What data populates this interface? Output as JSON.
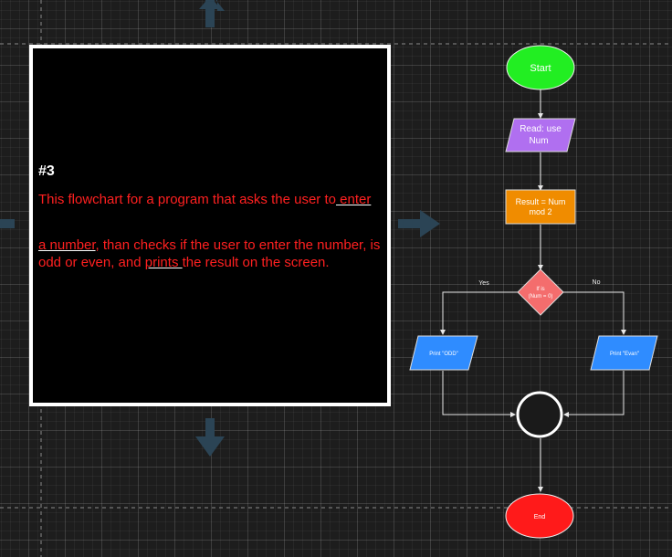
{
  "note": {
    "heading": "#3",
    "line1": "This flowchart for a program that asks the user to",
    "link1": " enter ",
    "line2_link": "a number",
    "line2_a": ", than checks if the user to enter the number, is odd or even, and ",
    "link2": "prints ",
    "line2_b": "the result on the screen."
  },
  "flowchart": {
    "start": "Start",
    "read_line1": "Read: use",
    "read_line2": "Num",
    "process_line1": "Result = Num",
    "process_line2": "mod 2",
    "decision_line1": "If is",
    "decision_line2": "(Num = 0)",
    "branch_yes": "Yes",
    "branch_no": "No",
    "print_odd": "Print \"ODD\"",
    "print_even": "Print \"Evan\"",
    "end": "End"
  },
  "colors": {
    "start": "#22ee22",
    "read": "#b06ff0",
    "process": "#f08c00",
    "decision": "#f46d6d",
    "print": "#2f8cff",
    "end": "#ff1a1a",
    "connector_fill": "#1a1a1a",
    "arrow_ghost": "#2b4455"
  }
}
